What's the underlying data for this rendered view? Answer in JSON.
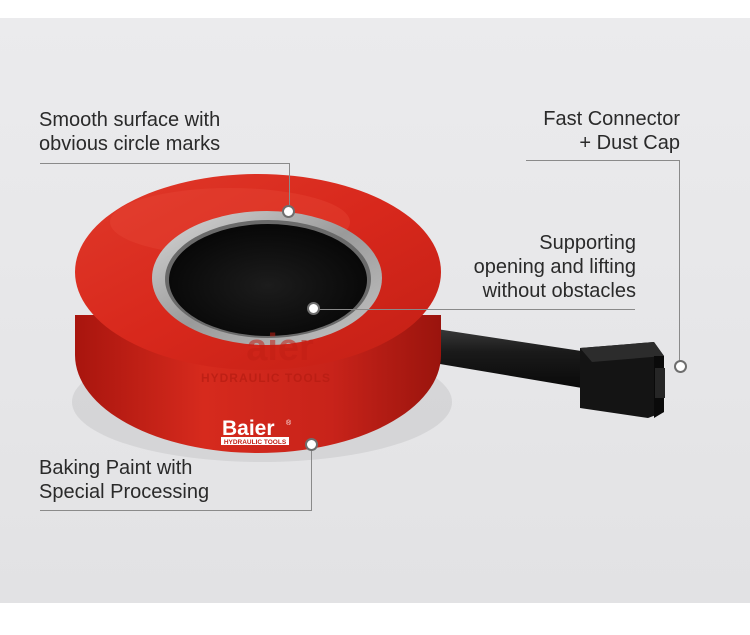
{
  "annotations": {
    "smooth_surface": "Smooth surface with\nobvious circle marks",
    "fast_connector": "Fast Connector\n+ Dust Cap",
    "supporting": "Supporting\nopening and lifting\nwithout obstacles",
    "baking_paint": "Baking Paint with\nSpecial Processing"
  },
  "brand": {
    "name": "Baier",
    "registered": "®",
    "tagline": "HYDRAULIC TOOLS",
    "watermark_name": "aier",
    "watermark_tagline": "HYDRAULIC TOOLS"
  },
  "colors": {
    "background": "#e8e8ea",
    "body_red": "#d8281c",
    "hole_black": "#0e0e0e",
    "ring_steel": "#b8b8b8",
    "connector_black": "#151515"
  }
}
